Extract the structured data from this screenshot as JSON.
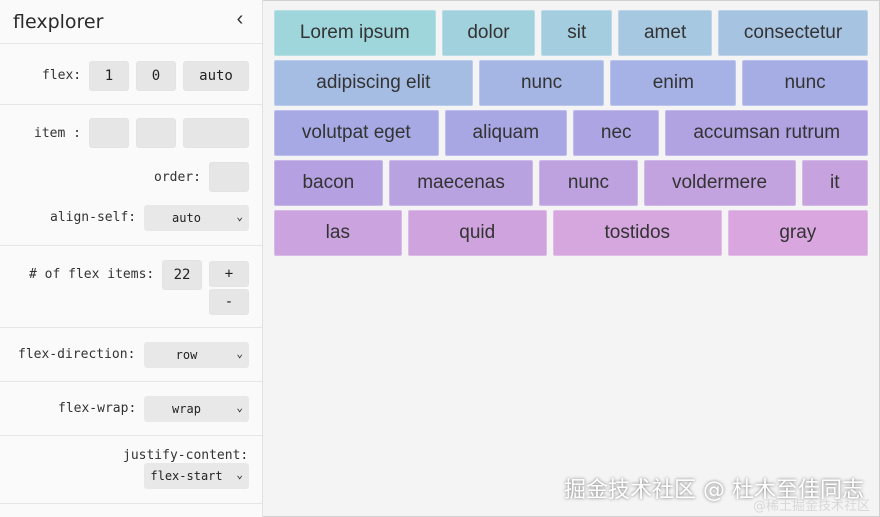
{
  "app": {
    "title": "flexplorer",
    "collapse_icon": "chevron-left-icon",
    "collapse_glyph": "‹"
  },
  "flex": {
    "label": "flex:",
    "grow": "1",
    "shrink": "0",
    "basis": "auto"
  },
  "item": {
    "label": "item :",
    "order_label": "order:",
    "align_self_label": "align-self:",
    "align_self_value": "auto"
  },
  "items_count": {
    "label": "# of flex items:",
    "value": "22",
    "plus_label": "+",
    "minus_label": "-"
  },
  "flex_direction": {
    "label": "flex-direction:",
    "value": "row"
  },
  "flex_wrap": {
    "label": "flex-wrap:",
    "value": "wrap"
  },
  "justify_content": {
    "label": "justify-content:",
    "value": "flex-start"
  },
  "select_chevron": "⌄",
  "flex_items": [
    {
      "label": "Lorem ipsum",
      "color": "#9fd6dc"
    },
    {
      "label": "dolor",
      "color": "#a2d1de"
    },
    {
      "label": "sit",
      "color": "#a4cde0"
    },
    {
      "label": "amet",
      "color": "#a6c8e1"
    },
    {
      "label": "consectetur",
      "color": "#a6c3e2"
    },
    {
      "label": "adipiscing elit",
      "color": "#a5bde3"
    },
    {
      "label": "nunc",
      "color": "#a5b6e4"
    },
    {
      "label": "enim",
      "color": "#a6b2e5"
    },
    {
      "label": "nunc",
      "color": "#a6ade5"
    },
    {
      "label": "volutpat eget",
      "color": "#a7a9e5"
    },
    {
      "label": "aliquam",
      "color": "#a9a6e4"
    },
    {
      "label": "nec",
      "color": "#ada4e3"
    },
    {
      "label": "accumsan rutrum",
      "color": "#b1a2e2"
    },
    {
      "label": "bacon",
      "color": "#b5a1e1"
    },
    {
      "label": "maecenas",
      "color": "#b9a2e0"
    },
    {
      "label": "nunc",
      "color": "#bda2df"
    },
    {
      "label": "voldermere",
      "color": "#c2a2df"
    },
    {
      "label": "it",
      "color": "#c6a2de"
    },
    {
      "label": "las",
      "color": "#cba3de"
    },
    {
      "label": "quid",
      "color": "#cfa3dd"
    },
    {
      "label": "tostidos",
      "color": "#d6a6df"
    },
    {
      "label": "gray",
      "color": "#d9a6e0"
    }
  ],
  "watermark": {
    "main": "掘金技术社区 @ 杜木至佳同志",
    "sub": "@稀土掘金技术社区"
  }
}
